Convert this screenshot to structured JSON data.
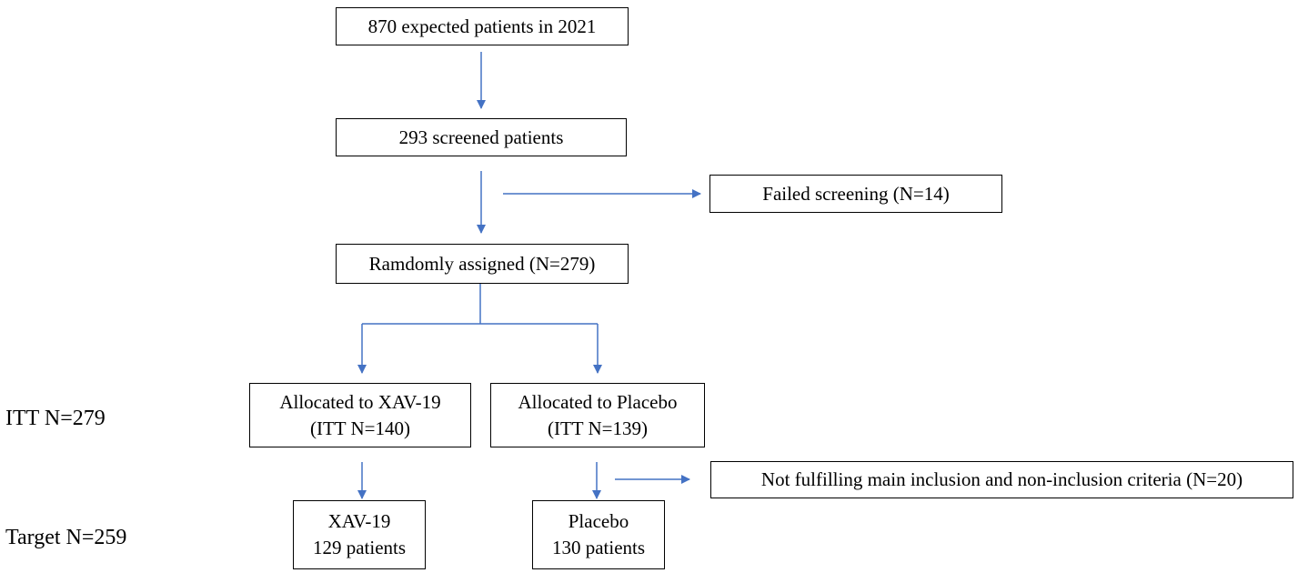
{
  "flowchart": {
    "expected": "870 expected patients in 2021",
    "screened": "293 screened patients",
    "failed": "Failed screening (N=14)",
    "randomized": "Ramdomly assigned (N=279)",
    "arm_xav": {
      "line1": "Allocated to XAV-19",
      "line2": "(ITT N=140)"
    },
    "arm_placebo": {
      "line1": "Allocated to Placebo",
      "line2": "(ITT N=139)"
    },
    "excluded": "Not fulfilling main inclusion and non-inclusion criteria (N=20)",
    "final_xav": {
      "line1": "XAV-19",
      "line2": "129 patients"
    },
    "final_placebo": {
      "line1": "Placebo",
      "line2": "130 patients"
    }
  },
  "labels": {
    "itt": "ITT N=279",
    "target": "Target N=259"
  },
  "colors": {
    "arrow": "#4472C4",
    "box_border": "#000000"
  }
}
